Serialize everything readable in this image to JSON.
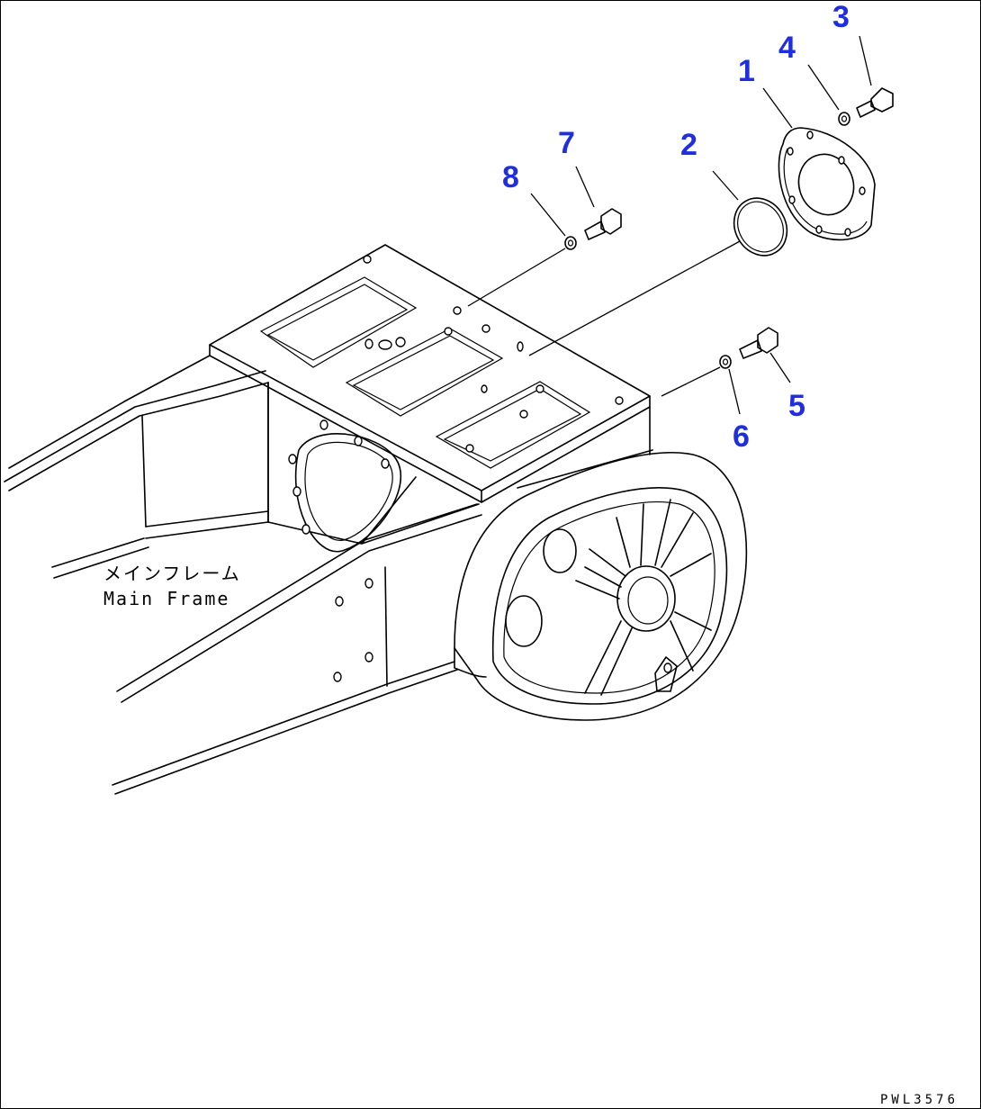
{
  "callouts": {
    "p1": "1",
    "p2": "2",
    "p3": "3",
    "p4": "4",
    "p5": "5",
    "p6": "6",
    "p7": "7",
    "p8": "8"
  },
  "labels": {
    "main_frame_jp": "メインフレーム",
    "main_frame_en": "Main Frame"
  },
  "drawing_code": "PWL3576",
  "colors": {
    "callout": "#1e2ee0",
    "line": "#000000",
    "background": "#ffffff"
  }
}
